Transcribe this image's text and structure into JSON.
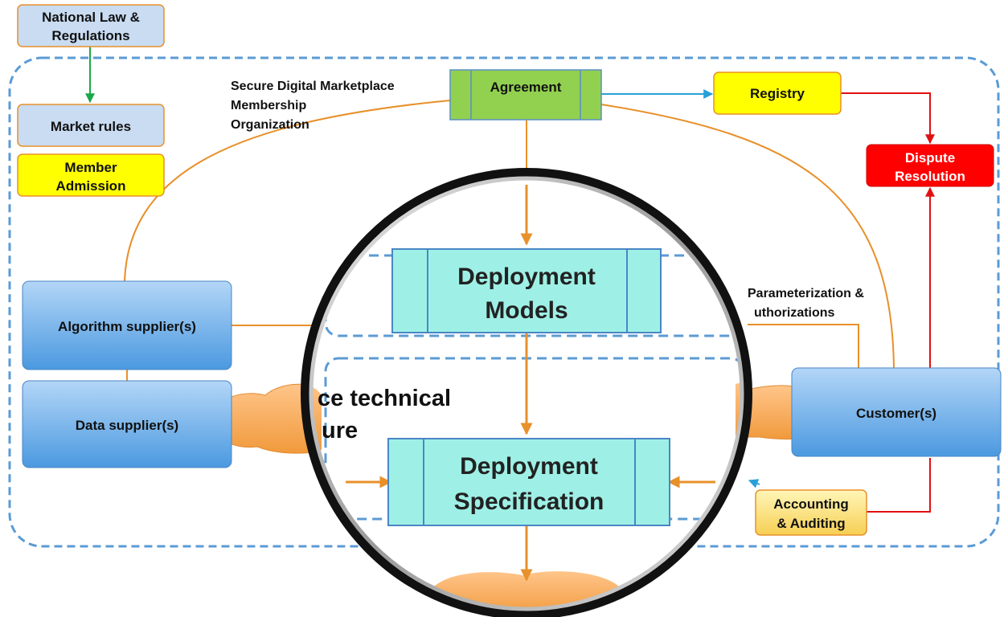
{
  "boxes": {
    "national_law": [
      "National Law &",
      "Regulations"
    ],
    "market_rules": "Market rules",
    "member_admission": [
      "Member",
      "Admission"
    ],
    "agreement": "Agreement",
    "registry": "Registry",
    "dispute_resolution": [
      "Dispute",
      "Resolution"
    ],
    "algorithm_supplier": "Algorithm supplier(s)",
    "data_supplier": "Data supplier(s)",
    "customer": "Customer(s)",
    "accounting": [
      "Accounting",
      "& Auditing"
    ],
    "deployment_models": [
      "Deployment",
      "Models"
    ],
    "deployment_specification": [
      "Deployment",
      "Specification"
    ]
  },
  "labels": {
    "organization": [
      "Secure Digital Marketplace",
      "Membership",
      "Organization"
    ],
    "parameterization": [
      "Parameterization &",
      "uthorizations"
    ],
    "technical_infra": [
      "ce technical",
      "ure"
    ]
  },
  "colors": {
    "light_blue_box": "#c9dcf2",
    "yellow_box": "#ffff00",
    "green_box": "#92d050",
    "red_box": "#ff0000",
    "blue_box": "#5aa5e6",
    "teal_box": "#9ef0e6",
    "orange_line": "#e8902a",
    "dashed_border": "#5b9bd5",
    "magnifier_rim": "#111111"
  }
}
